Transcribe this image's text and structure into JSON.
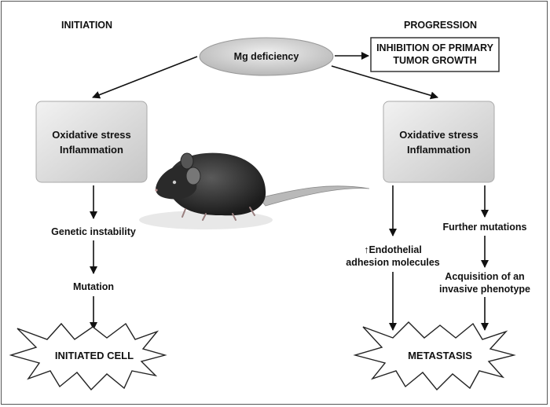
{
  "headers": {
    "left": "INITIATION",
    "right": "PROGRESSION"
  },
  "center": {
    "label": "Mg deficiency"
  },
  "inhibition": {
    "line1": "INHIBITION OF PRIMARY",
    "line2": "TUMOR GROWTH"
  },
  "left_box": {
    "line1": "Oxidative stress",
    "line2": "Inflammation"
  },
  "right_box": {
    "line1": "Oxidative stress",
    "line2": "Inflammation"
  },
  "left_chain": {
    "step1": "Genetic instability",
    "step2": "Mutation",
    "result": "INITIATED CELL"
  },
  "right_chain": {
    "endothelial_line1": "Endothelial",
    "endothelial_line2": "adhesion molecules",
    "further": "Further mutations",
    "invasive_line1": "Acquisition of an",
    "invasive_line2": "invasive phenotype",
    "result": "METASTASIS"
  },
  "icons": {
    "up_arrow": "↑",
    "mouse": "mouse-illustration"
  },
  "colors": {
    "ellipse_fill": "#c9c9c9",
    "box_fill": "#d9d9d9",
    "line": "#111111"
  }
}
